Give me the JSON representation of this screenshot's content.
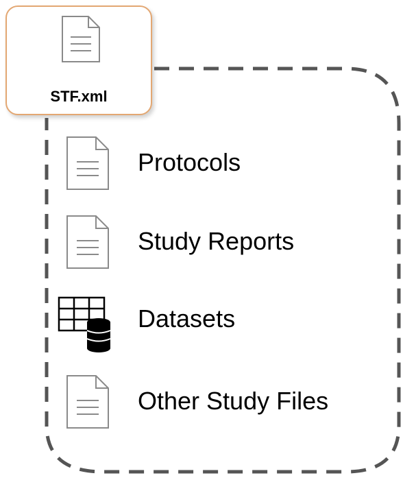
{
  "main_file": {
    "label": "STF.xml",
    "icon": "document-icon"
  },
  "items": [
    {
      "label": "Protocols",
      "icon": "document-icon"
    },
    {
      "label": "Study Reports",
      "icon": "document-icon"
    },
    {
      "label": "Datasets",
      "icon": "table-database-icon"
    },
    {
      "label": "Other Study Files",
      "icon": "document-icon"
    }
  ],
  "colors": {
    "card_border": "#e3a772",
    "dash": "#555555",
    "icon_stroke": "#8a8a8a"
  }
}
